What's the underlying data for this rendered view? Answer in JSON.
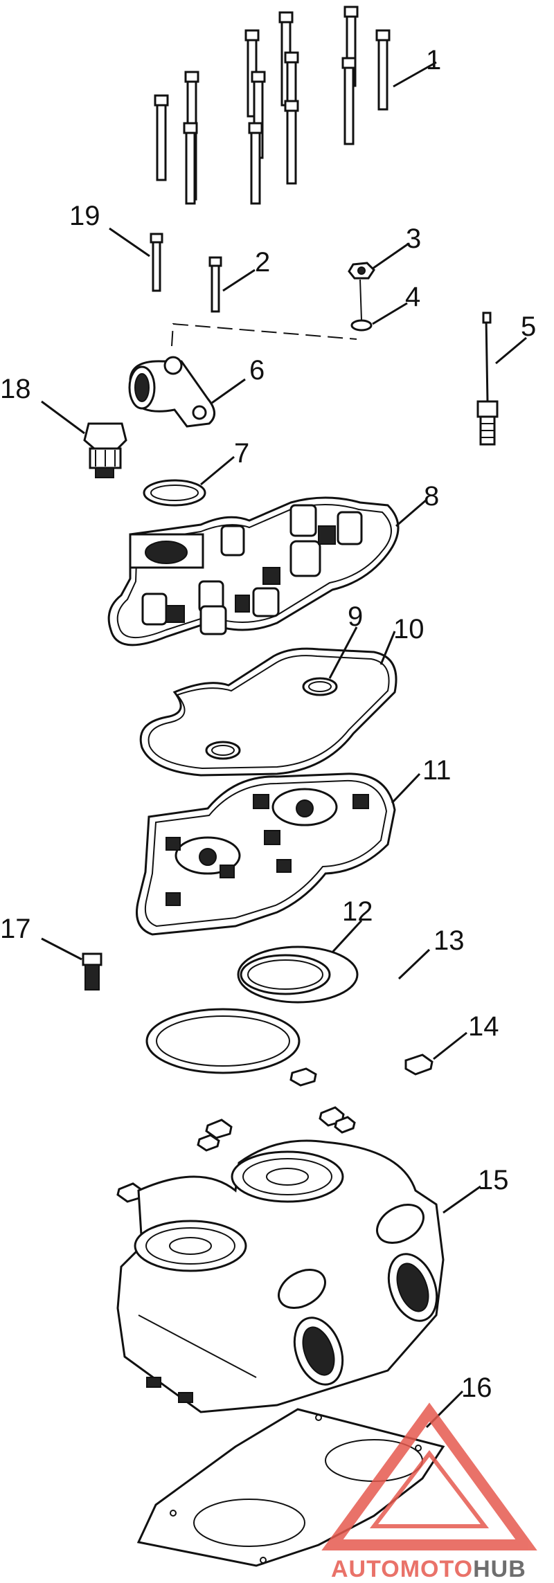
{
  "callouts": [
    "1",
    "2",
    "3",
    "4",
    "5",
    "6",
    "7",
    "8",
    "9",
    "10",
    "11",
    "12",
    "13",
    "14",
    "15",
    "16",
    "17",
    "18",
    "19"
  ],
  "watermark": {
    "text_part1": "AUTO",
    "text_part2": "MOTO",
    "text_part3": "HUB",
    "color_primary": "#e65a4f",
    "color_secondary": "#555555"
  }
}
